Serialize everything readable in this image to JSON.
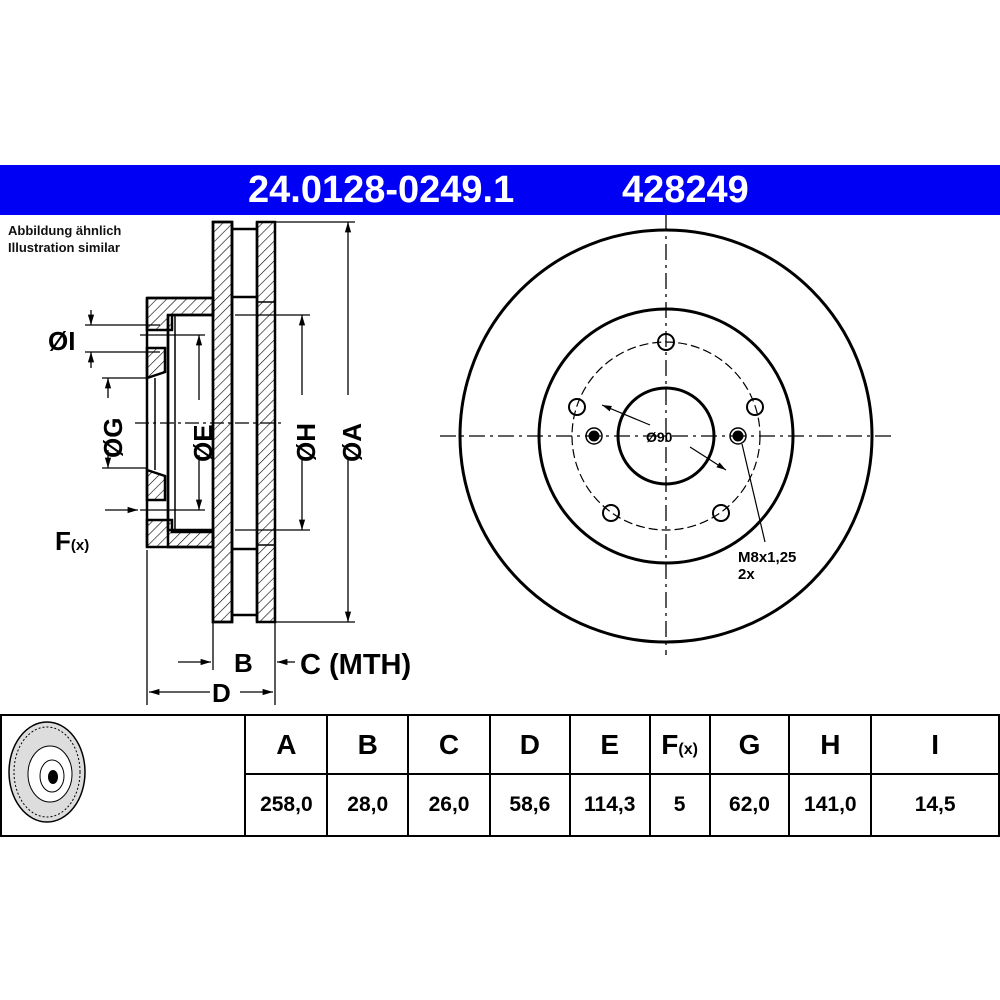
{
  "header": {
    "part_number": "24.0128-0249.1",
    "ref_number": "428249"
  },
  "note": {
    "line1": "Abbildung ähnlich",
    "line2": "Illustration similar"
  },
  "labels": {
    "I": "ØI",
    "G": "ØG",
    "E": "ØE",
    "H": "ØH",
    "A": "ØA",
    "F": "F",
    "F_sub": "(x)",
    "B": "B",
    "C": "C (MTH)",
    "D": "D",
    "bore": "Ø90",
    "thread": "M8x1,25",
    "thread_count": "2x"
  },
  "table": {
    "columns": [
      {
        "key": "A",
        "label": "A",
        "value": "258,0"
      },
      {
        "key": "B",
        "label": "B",
        "value": "28,0"
      },
      {
        "key": "C",
        "label": "C",
        "value": "26,0"
      },
      {
        "key": "D",
        "label": "D",
        "value": "58,6"
      },
      {
        "key": "E",
        "label": "E",
        "value": "114,3"
      },
      {
        "key": "F",
        "label": "F",
        "label_sub": "(x)",
        "value": "5"
      },
      {
        "key": "G",
        "label": "G",
        "value": "62,0"
      },
      {
        "key": "H",
        "label": "H",
        "value": "141,0"
      },
      {
        "key": "I",
        "label": "I",
        "value": "14,5"
      }
    ]
  },
  "colors": {
    "header_bg": "#0000f5",
    "header_text": "#ffffff"
  }
}
